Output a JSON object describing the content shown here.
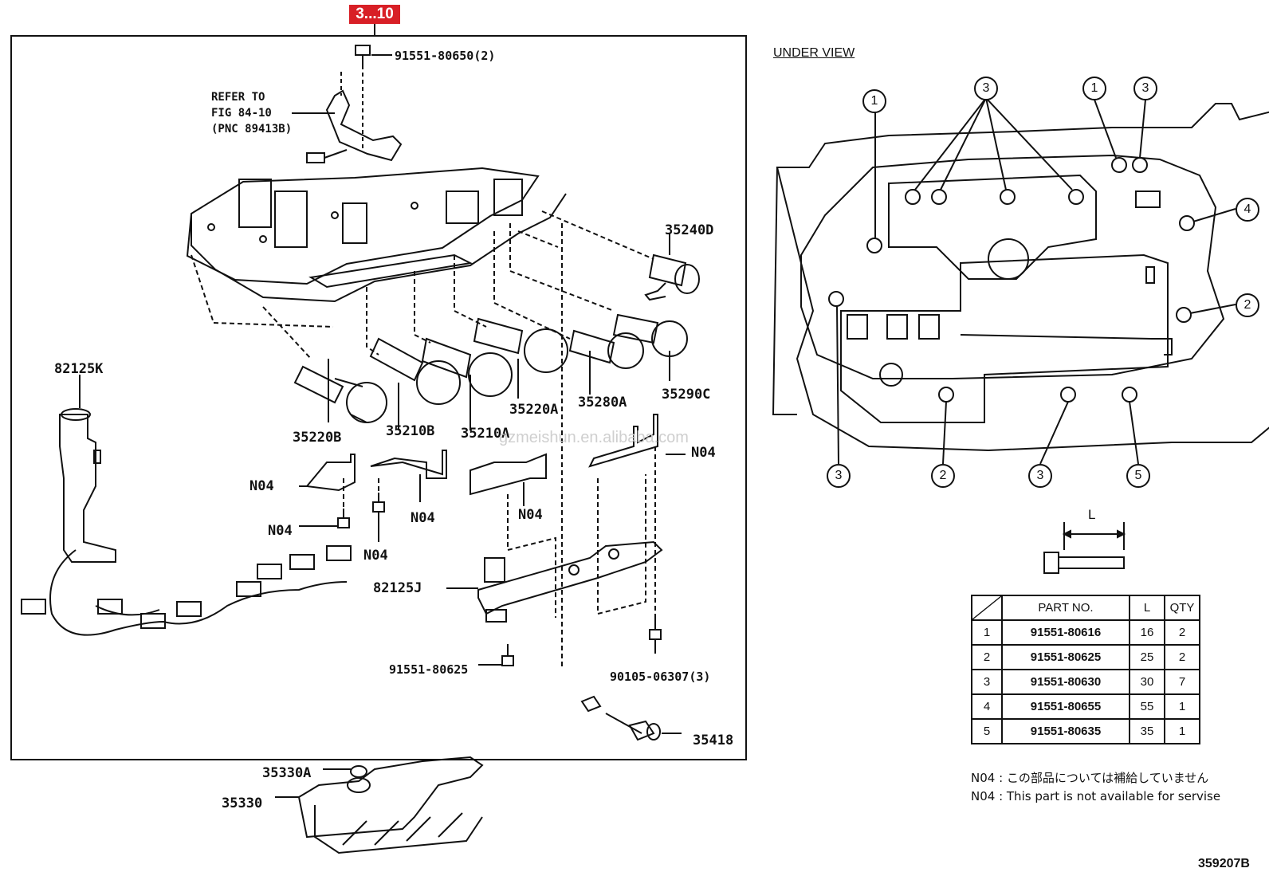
{
  "header_tag": "3...10",
  "refer_to": [
    "REFER TO",
    "FIG 84-10",
    "(PNC 89413B)"
  ],
  "callouts": {
    "bolt_top": "91551-80650(2)",
    "solenoid_35240D": "35240D",
    "harness_82125K": "82125K",
    "solenoid_35220B": "35220B",
    "solenoid_35210B": "35210B",
    "solenoid_35210A": "35210A",
    "solenoid_35220A": "35220A",
    "solenoid_35280A": "35280A",
    "solenoid_35290C": "35290C",
    "n04_a": "N04",
    "n04_b": "N04",
    "n04_c": "N04",
    "n04_d": "N04",
    "n04_e": "N04",
    "n04_f": "N04",
    "harness_82125J": "82125J",
    "bolt_bottom": "91551-80625",
    "bolt_right": "90105-06307(3)",
    "part_35418": "35418",
    "oring_35330A": "35330A",
    "strainer_35330": "35330"
  },
  "under_view": "UNDER VIEW",
  "bolt_markers": [
    "1",
    "3",
    "1",
    "3",
    "4",
    "2",
    "3",
    "2",
    "3",
    "5"
  ],
  "length_label": "L",
  "table": {
    "headers": [
      "",
      "PART NO.",
      "L",
      "QTY"
    ],
    "rows": [
      [
        "1",
        "91551-80616",
        "16",
        "2"
      ],
      [
        "2",
        "91551-80625",
        "25",
        "2"
      ],
      [
        "3",
        "91551-80630",
        "30",
        "7"
      ],
      [
        "4",
        "91551-80655",
        "55",
        "1"
      ],
      [
        "5",
        "91551-80635",
        "35",
        "1"
      ]
    ]
  },
  "notes": [
    "N04 : この部品については補給していません",
    "N04 : This part is not available for servise"
  ],
  "figure_number": "359207B",
  "watermark": "gzmeishun.en.alibaba.com"
}
